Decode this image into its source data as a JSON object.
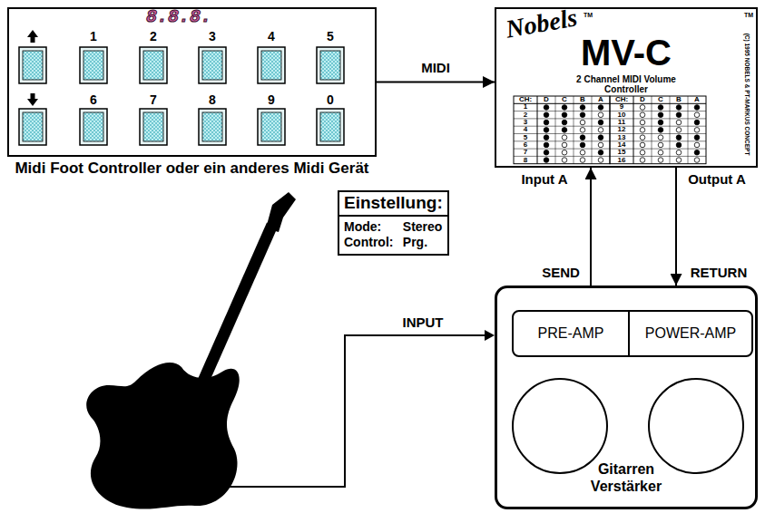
{
  "diagram": {
    "nodes": [
      {
        "text": [
          "Midi Foot Controller oder ein anderes Midi Gerät"
        ]
      },
      {
        "text": [
          "Nobels",
          "MV-C",
          "2 Channel MIDI Volume Controller"
        ]
      },
      {
        "text": [
          "Einstellung:",
          "Mode:",
          "Stereo",
          "Control:",
          "Prg."
        ]
      },
      {
        "text": [
          "Gitarren Verstärker"
        ]
      },
      {
        "text": [
          "PRE-AMP"
        ],
        "in": 3
      },
      {
        "text": [
          "POWER-AMP"
        ],
        "in": 3
      }
    ],
    "edges": [
      {
        "from": 0,
        "to": 1,
        "arrow": "to",
        "label": "MIDI"
      },
      {
        "from": 3,
        "to": 1,
        "arrow": "to",
        "label": "SEND"
      },
      {
        "from": 1,
        "to": 3,
        "arrow": "to",
        "label": "RETURN"
      }
    ],
    "labels": [
      "8.8.8.",
      "1",
      "2",
      "3",
      "4",
      "5",
      "6",
      "7",
      "8",
      "9",
      "0",
      "CH:",
      "D",
      "C",
      "B",
      "A",
      "CH:",
      "D",
      "C",
      "B",
      "A",
      "1",
      "2",
      "3",
      "4",
      "5",
      "6",
      "7",
      "8",
      "9",
      "10",
      "11",
      "12",
      "13",
      "14",
      "15",
      "16",
      "Input A",
      "Output A",
      "INPUT",
      "(C) 1995 NOBELS & PT-MARKUS CONCEPT",
      "TM",
      "TM"
    ]
  }
}
